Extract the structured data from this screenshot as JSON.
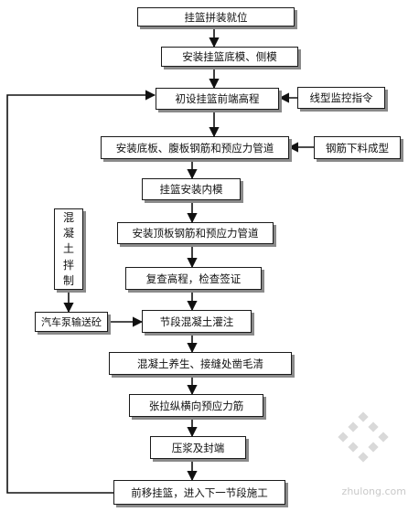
{
  "steps": [
    "挂篮拼装就位",
    "安装挂篮底模、侧模",
    "初设挂篮前端高程",
    "安装底板、腹板钢筋和预应力管道",
    "挂篮安装内模",
    "安装顶板钢筋和预应力管道",
    "复查高程，检查签证",
    "节段混凝土灌注",
    "混凝土养生、接缝处凿毛清",
    "张拉纵横向预应力筋",
    "压浆及封端",
    "前移挂篮，进入下一节段施工"
  ],
  "side_inputs": {
    "monitoring": "线型监控指令",
    "rebar": "钢筋下料成型",
    "concrete_mix": [
      "混",
      "凝",
      "土",
      "拌",
      "制"
    ],
    "pump": "汽车泵输送砼"
  },
  "watermark": "zhulong.com"
}
